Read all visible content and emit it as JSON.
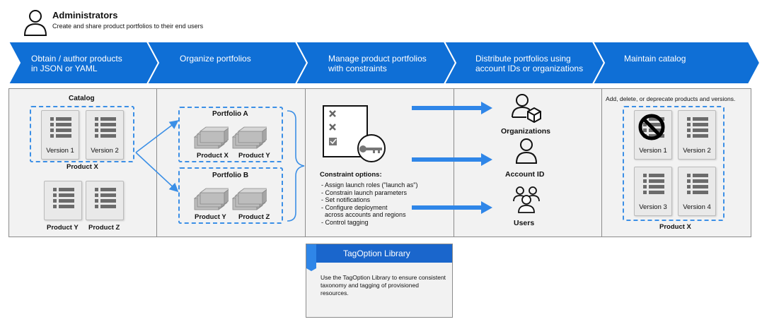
{
  "header": {
    "title": "Administrators",
    "subtitle": "Create and share product portfolios to their end users",
    "icon": "user-icon"
  },
  "steps": [
    {
      "line1": "Obtain / author products",
      "line2": "in JSON or YAML"
    },
    {
      "line1": "Organize portfolios",
      "line2": ""
    },
    {
      "line1": "Manage product portfolios",
      "line2": "with constraints"
    },
    {
      "line1": "Distribute portfolios using",
      "line2": "account IDs or organizations"
    },
    {
      "line1": "Maintain catalog",
      "line2": ""
    }
  ],
  "catalog": {
    "title": "Catalog",
    "version1": "Version 1",
    "version2": "Version 2",
    "product_x": "Product X",
    "product_y": "Product  Y",
    "product_z": "Product  Z"
  },
  "portfolios": {
    "a_title": "Portfolio A",
    "a_product1": "Product X",
    "a_product2": "Product  Y",
    "b_title": "Portfolio B",
    "b_product1": "Product  Y",
    "b_product2": "Product  Z"
  },
  "constraints": {
    "title": "Constraint options:",
    "items": [
      "- Assign launch roles (\"launch as\")",
      "- Constrain launch parameters",
      "- Set notifications",
      "- Configure deployment",
      "  across accounts and regions",
      "- Control tagging"
    ]
  },
  "distribute": {
    "organizations": "Organizations",
    "account_id": "Account ID",
    "users": "Users"
  },
  "maintain": {
    "caption": "Add, delete, or deprecate products and versions.",
    "v1": "Version 1",
    "v2": "Version 2",
    "v3": "Version 3",
    "v4": "Version 4",
    "product_x": "Product X"
  },
  "tag_library": {
    "title": "TagOption Library",
    "description": "Use the TagOption Library to ensure consistent taxonomy and tagging of provisioned resources."
  },
  "colors": {
    "chevron_blue": "#0f6fd6",
    "dash_blue": "#3b8fe6",
    "panel_bg": "#f2f2f2"
  }
}
